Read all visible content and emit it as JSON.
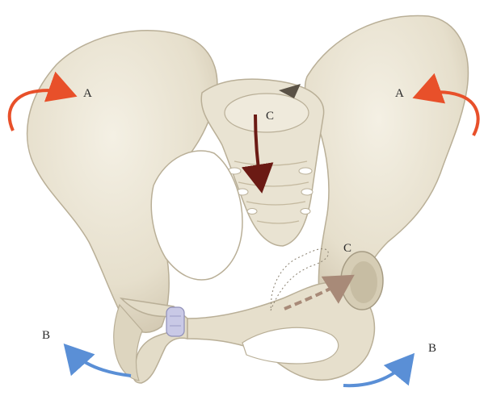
{
  "labels": {
    "a_left": "A",
    "a_right": "A",
    "b_left": "B",
    "b_right": "B",
    "c_sacrum": "C",
    "c_acetabulum": "C"
  },
  "colors": {
    "bone": "#ece6d6",
    "bone_shadow": "#cfc6b0",
    "bone_outline": "#b9af97",
    "arrow_a": "#e8502a",
    "arrow_b": "#5a8fd6",
    "arrow_c_sacrum": "#6b1a14",
    "arrow_c_acetabulum": "#a88a78",
    "symphysis": "#c9c9e6"
  }
}
